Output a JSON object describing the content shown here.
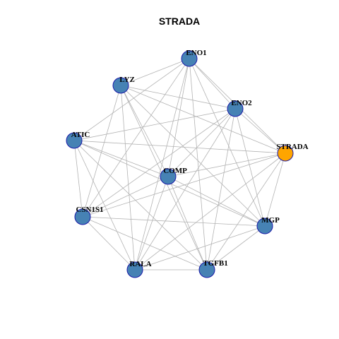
{
  "title": "STRADA",
  "colors": {
    "default_node": "#4682B4",
    "highlight_node": "#FFA500",
    "node_border": "#1a1aa8",
    "edge": "#b3b3b3"
  },
  "nodes": [
    {
      "id": "ENO1",
      "label": "ENO1",
      "highlight": false
    },
    {
      "id": "LYZ",
      "label": "LYZ",
      "highlight": false
    },
    {
      "id": "ENO2",
      "label": "ENO2",
      "highlight": false
    },
    {
      "id": "ATIC",
      "label": "ATIC",
      "highlight": false
    },
    {
      "id": "STRADA",
      "label": "STRADA",
      "highlight": true
    },
    {
      "id": "COMP",
      "label": "COMP",
      "highlight": false
    },
    {
      "id": "CSN1S1",
      "label": "CSN1S1",
      "highlight": false
    },
    {
      "id": "MGP",
      "label": "MGP",
      "highlight": false
    },
    {
      "id": "RALA",
      "label": "RALA",
      "highlight": false
    },
    {
      "id": "TGFB1",
      "label": "TGFB1",
      "highlight": false
    }
  ],
  "edges": [
    [
      "ENO1",
      "LYZ"
    ],
    [
      "ENO1",
      "ENO2"
    ],
    [
      "ENO1",
      "ATIC"
    ],
    [
      "ENO1",
      "STRADA"
    ],
    [
      "ENO1",
      "COMP"
    ],
    [
      "ENO1",
      "CSN1S1"
    ],
    [
      "ENO1",
      "MGP"
    ],
    [
      "ENO1",
      "RALA"
    ],
    [
      "ENO1",
      "TGFB1"
    ],
    [
      "LYZ",
      "ENO2"
    ],
    [
      "LYZ",
      "STRADA"
    ],
    [
      "LYZ",
      "COMP"
    ],
    [
      "LYZ",
      "CSN1S1"
    ],
    [
      "LYZ",
      "MGP"
    ],
    [
      "LYZ",
      "RALA"
    ],
    [
      "LYZ",
      "TGFB1"
    ],
    [
      "ENO2",
      "ATIC"
    ],
    [
      "ENO2",
      "STRADA"
    ],
    [
      "ENO2",
      "COMP"
    ],
    [
      "ENO2",
      "CSN1S1"
    ],
    [
      "ENO2",
      "MGP"
    ],
    [
      "ENO2",
      "RALA"
    ],
    [
      "ENO2",
      "TGFB1"
    ],
    [
      "ATIC",
      "STRADA"
    ],
    [
      "ATIC",
      "COMP"
    ],
    [
      "ATIC",
      "CSN1S1"
    ],
    [
      "ATIC",
      "MGP"
    ],
    [
      "ATIC",
      "RALA"
    ],
    [
      "ATIC",
      "TGFB1"
    ],
    [
      "STRADA",
      "COMP"
    ],
    [
      "STRADA",
      "CSN1S1"
    ],
    [
      "STRADA",
      "MGP"
    ],
    [
      "STRADA",
      "RALA"
    ],
    [
      "STRADA",
      "TGFB1"
    ],
    [
      "COMP",
      "CSN1S1"
    ],
    [
      "COMP",
      "MGP"
    ],
    [
      "COMP",
      "RALA"
    ],
    [
      "COMP",
      "TGFB1"
    ],
    [
      "CSN1S1",
      "MGP"
    ],
    [
      "CSN1S1",
      "RALA"
    ],
    [
      "CSN1S1",
      "TGFB1"
    ],
    [
      "MGP",
      "RALA"
    ],
    [
      "MGP",
      "TGFB1"
    ],
    [
      "RALA",
      "TGFB1"
    ]
  ]
}
